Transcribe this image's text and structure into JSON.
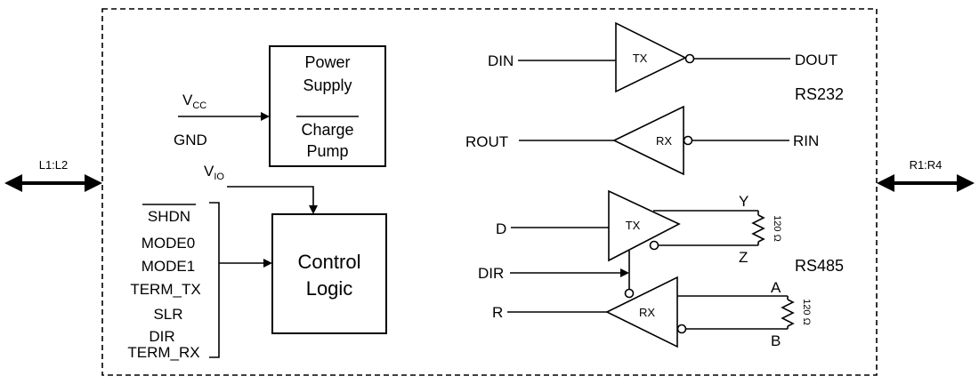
{
  "left_bus": "L1:L2",
  "right_bus": "R1:R4",
  "power": {
    "title_line1": "Power",
    "title_line2": "Supply",
    "sub_line1": "Charge",
    "sub_line2": "Pump",
    "vcc_main": "V",
    "vcc_sub": "CC",
    "gnd": "GND"
  },
  "control": {
    "line1": "Control",
    "line2": "Logic",
    "vio_main": "V",
    "vio_sub": "IO",
    "inputs": [
      "SHDN",
      "MODE0",
      "MODE1",
      "TERM_TX",
      "SLR",
      "DIR",
      "TERM_RX"
    ]
  },
  "rs232": {
    "label": "RS232",
    "tx": "TX",
    "rx": "RX",
    "din": "DIN",
    "dout": "DOUT",
    "rout": "ROUT",
    "rin": "RIN"
  },
  "rs485": {
    "label": "RS485",
    "tx": "TX",
    "rx": "RX",
    "d": "D",
    "dir": "DIR",
    "r": "R",
    "y": "Y",
    "z": "Z",
    "a": "A",
    "b": "B",
    "term1": "120 Ω",
    "term2": "120 Ω"
  }
}
